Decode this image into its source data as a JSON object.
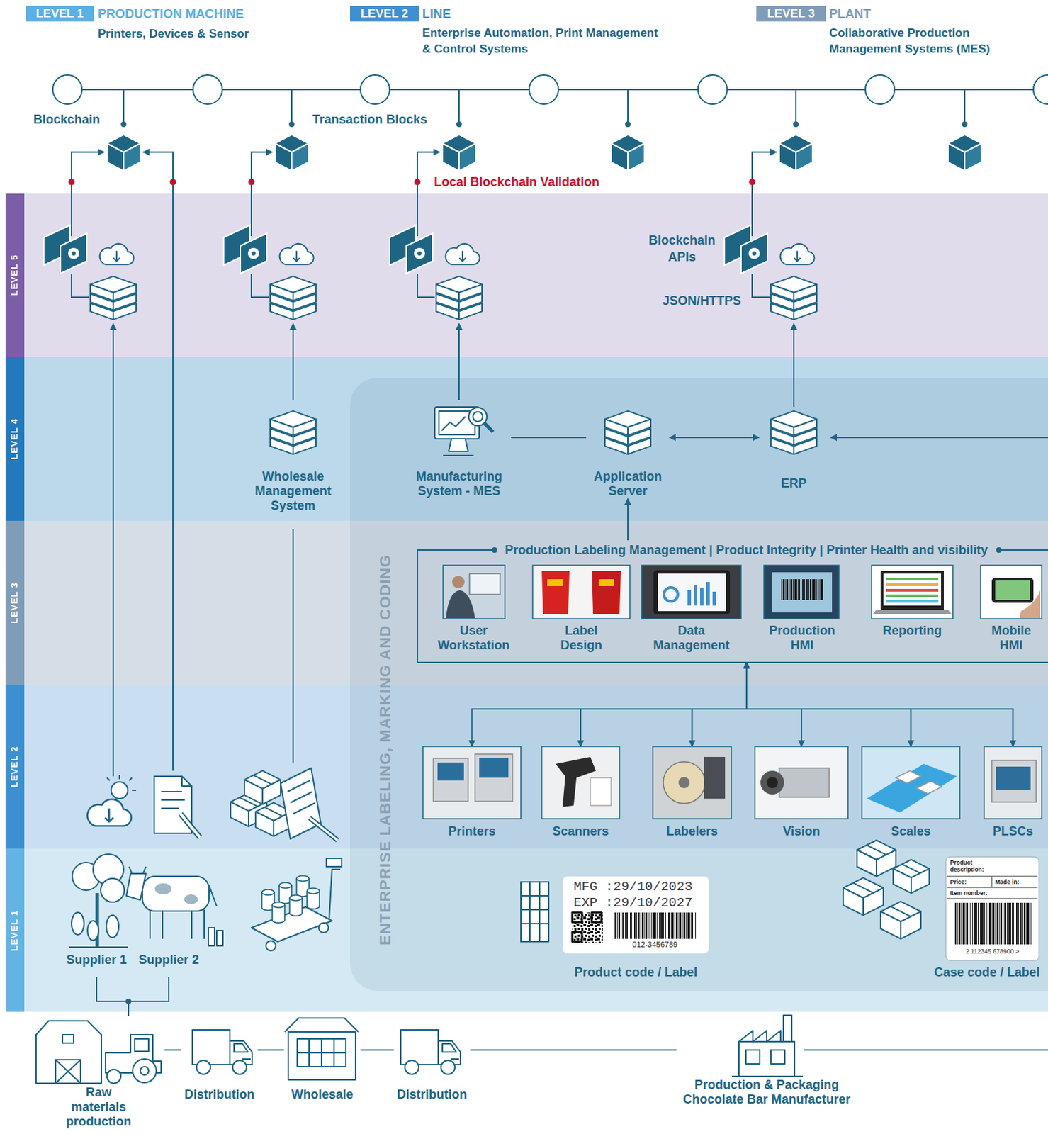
{
  "diagram": {
    "nodes": [
      {
        "text": [
          "Wholesale Management System"
        ]
      },
      {
        "text": [
          "ENTERPRISE LABELING, MARKING AND CODING"
        ]
      },
      {
        "text": [
          "Manufacturing System - MES"
        ],
        "in": 1
      },
      {
        "text": [
          "Application Server"
        ],
        "in": 1
      },
      {
        "text": [
          "ERP"
        ],
        "in": 1
      },
      {
        "text": [
          "Production Labeling Management | Product Integrity | Printer Health and visibility"
        ],
        "in": 1
      },
      {
        "text": [
          "User Workstation"
        ],
        "in": 5
      },
      {
        "text": [
          "Label Design"
        ],
        "in": 5
      },
      {
        "text": [
          "Data Management"
        ],
        "in": 5
      },
      {
        "text": [
          "Production HMI"
        ],
        "in": 5
      },
      {
        "text": [
          "Reporting"
        ],
        "in": 5
      },
      {
        "text": [
          "Mobile HMI"
        ],
        "in": 5
      },
      {
        "text": [
          "Printers"
        ],
        "in": 1
      },
      {
        "text": [
          "Scanners"
        ],
        "in": 1
      },
      {
        "text": [
          "Labelers"
        ],
        "in": 1
      },
      {
        "text": [
          "Vision"
        ],
        "in": 1
      },
      {
        "text": [
          "Scales"
        ],
        "in": 1
      },
      {
        "text": [
          "PLSCs"
        ],
        "in": 1
      },
      {
        "text": [
          "Supplier 1"
        ]
      },
      {
        "text": [
          "Supplier 2"
        ]
      },
      {
        "text": [
          "MFG :29/10/2023",
          "EXP :29/10/2027",
          "012-3456789",
          "Product code / Label"
        ],
        "in": 1
      },
      {
        "text": [
          "Product description:",
          "Price:",
          "Made in:",
          "Item number:",
          "2 112345 678900 >",
          "Case code / Label"
        ],
        "in": 1
      },
      {
        "text": [
          "Raw materials production"
        ]
      },
      {
        "text": [
          "Distribution"
        ]
      },
      {
        "text": [
          "Wholesale"
        ]
      },
      {
        "text": [
          "Distribution"
        ]
      },
      {
        "text": [
          "Production & Packaging Chocolate Bar Manufacturer"
        ]
      }
    ],
    "edges": [
      {
        "from": 2,
        "to": 3,
        "arrow": "none"
      },
      {
        "from": 3,
        "to": 4,
        "arrow": "both"
      },
      {
        "from": 5,
        "to": 3,
        "arrow": "to"
      },
      {
        "from": 5,
        "to": 12,
        "arrow": "both"
      },
      {
        "from": 5,
        "to": 13,
        "arrow": "both"
      },
      {
        "from": 5,
        "to": 14,
        "arrow": "both"
      },
      {
        "from": 5,
        "to": 15,
        "arrow": "both"
      },
      {
        "from": 5,
        "to": 16,
        "arrow": "both"
      },
      {
        "from": 5,
        "to": 17,
        "arrow": "both"
      },
      {
        "from": 18,
        "to": 22,
        "arrow": "none"
      },
      {
        "from": 19,
        "to": 22,
        "arrow": "none"
      },
      {
        "from": 22,
        "to": 23,
        "arrow": "none"
      },
      {
        "from": 23,
        "to": 24,
        "arrow": "none"
      },
      {
        "from": 24,
        "to": 25,
        "arrow": "none"
      },
      {
        "from": 25,
        "to": 26,
        "arrow": "none"
      }
    ],
    "labels": [
      "LEVEL 1",
      "PRODUCTION MACHINE",
      "Printers, Devices & Sensor",
      "LEVEL 2",
      "LINE",
      "Enterprise Automation, Print Management & Control Systems",
      "LEVEL 3",
      "PLANT",
      "Collaborative Production Management Systems (MES)",
      "Blockchain",
      "Transaction Blocks",
      "Local Blockchain Validation",
      "Blockchain APIs",
      "JSON/HTTPS",
      "LEVEL 5",
      "LEVEL 4",
      "LEVEL 3",
      "LEVEL 2",
      "LEVEL 1"
    ]
  }
}
